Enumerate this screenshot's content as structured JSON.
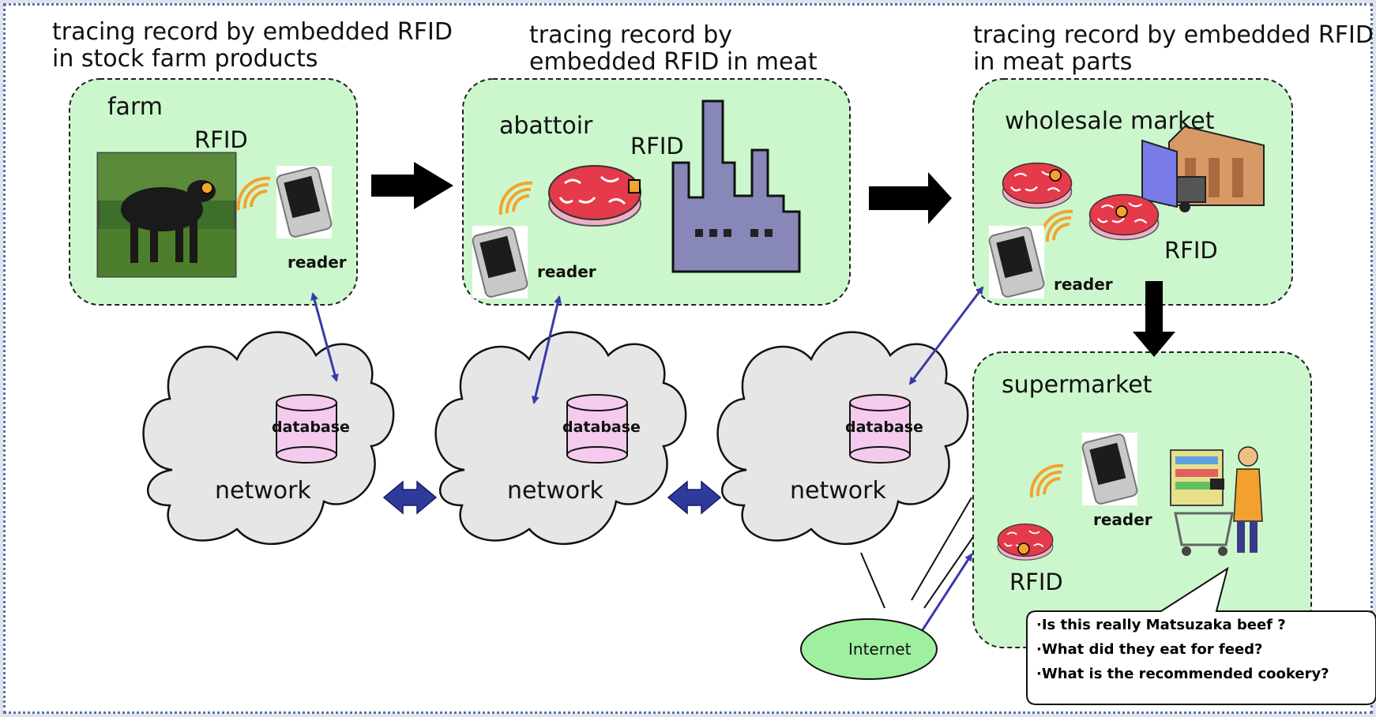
{
  "headers": {
    "farm_caption": [
      "tracing record by embedded RFID",
      "in stock farm products"
    ],
    "abattoir_caption": [
      "tracing record by",
      "embedded RFID in meat"
    ],
    "wholesale_caption": [
      "tracing record by embedded RFID",
      "in meat parts"
    ]
  },
  "stages": {
    "farm": {
      "title": "farm",
      "rfid": "RFID",
      "reader": "reader"
    },
    "abattoir": {
      "title": "abattoir",
      "rfid": "RFID",
      "reader": "reader"
    },
    "wholesale": {
      "title": "wholesale market",
      "rfid": "RFID",
      "reader": "reader"
    },
    "supermarket": {
      "title": "supermarket",
      "rfid": "RFID",
      "reader": "reader"
    }
  },
  "networks": [
    {
      "label": "network",
      "db": "database"
    },
    {
      "label": "network",
      "db": "database"
    },
    {
      "label": "network",
      "db": "database"
    }
  ],
  "internet": "Internet",
  "questions": [
    "·Is this really Matsuzaka beef ?",
    "·What did  they eat for feed?",
    "·What is the recommended  cookery?"
  ],
  "colors": {
    "box_fill": "#ccf7cc",
    "cloud_fill": "#e6e6e6",
    "database_fill": "#f4cbec",
    "internet_fill": "#9ef09e",
    "link_arrow": "#3a3aaa",
    "flow_arrow": "#000000",
    "meat": "#e43a4a",
    "factory": "#8888b8"
  }
}
